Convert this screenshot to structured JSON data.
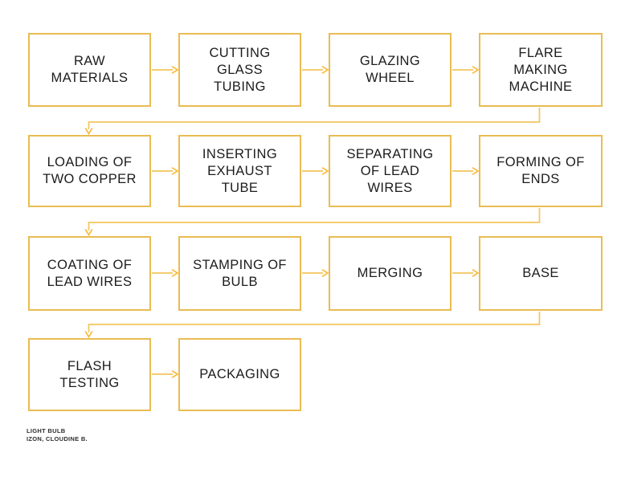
{
  "diagram_title": "LIGHT BULB",
  "nodes": [
    {
      "id": "raw-materials",
      "label": "RAW\nMATERIALS"
    },
    {
      "id": "cutting-glass-tubing",
      "label": "CUTTING\nGLASS\nTUBING"
    },
    {
      "id": "glazing-wheel",
      "label": "GLAZING\nWHEEL"
    },
    {
      "id": "flare-making-machine",
      "label": "FLARE\nMAKING\nMACHINE"
    },
    {
      "id": "loading-of-two-copper",
      "label": "LOADING OF\nTWO COPPER"
    },
    {
      "id": "inserting-exhaust-tube",
      "label": "INSERTING\nEXHAUST\nTUBE"
    },
    {
      "id": "separating-of-lead-wires",
      "label": "SEPARATING\nOF LEAD\nWIRES"
    },
    {
      "id": "forming-of-ends",
      "label": "FORMING OF\nENDS"
    },
    {
      "id": "coating-of-lead-wires",
      "label": "COATING OF\nLEAD WIRES"
    },
    {
      "id": "stamping-of-bulb",
      "label": "STAMPING OF\nBULB"
    },
    {
      "id": "merging",
      "label": "MERGING"
    },
    {
      "id": "base",
      "label": "BASE"
    },
    {
      "id": "flash-testing",
      "label": "FLASH\nTESTING"
    },
    {
      "id": "packaging",
      "label": "PACKAGING"
    }
  ],
  "edges": [
    {
      "from": "raw-materials",
      "to": "cutting-glass-tubing",
      "type": "straight"
    },
    {
      "from": "cutting-glass-tubing",
      "to": "glazing-wheel",
      "type": "straight"
    },
    {
      "from": "glazing-wheel",
      "to": "flare-making-machine",
      "type": "straight"
    },
    {
      "from": "flare-making-machine",
      "to": "loading-of-two-copper",
      "type": "wrap"
    },
    {
      "from": "loading-of-two-copper",
      "to": "inserting-exhaust-tube",
      "type": "straight"
    },
    {
      "from": "inserting-exhaust-tube",
      "to": "separating-of-lead-wires",
      "type": "straight"
    },
    {
      "from": "separating-of-lead-wires",
      "to": "forming-of-ends",
      "type": "straight"
    },
    {
      "from": "forming-of-ends",
      "to": "coating-of-lead-wires",
      "type": "wrap"
    },
    {
      "from": "coating-of-lead-wires",
      "to": "stamping-of-bulb",
      "type": "straight"
    },
    {
      "from": "stamping-of-bulb",
      "to": "merging",
      "type": "straight"
    },
    {
      "from": "merging",
      "to": "base",
      "type": "straight"
    },
    {
      "from": "base",
      "to": "flash-testing",
      "type": "wrap"
    },
    {
      "from": "flash-testing",
      "to": "packaging",
      "type": "straight"
    }
  ],
  "footer": {
    "line1": "LIGHT BULB",
    "line2": "IZON, CLOUDINE B."
  },
  "colors": {
    "box_border": "#e9bc53",
    "connector_line": "#f2c55c",
    "arrowhead": "#f8bb40",
    "node_text": "#1c1c1c",
    "footer_text": "#2e2e2e",
    "background": "#ffffff"
  }
}
